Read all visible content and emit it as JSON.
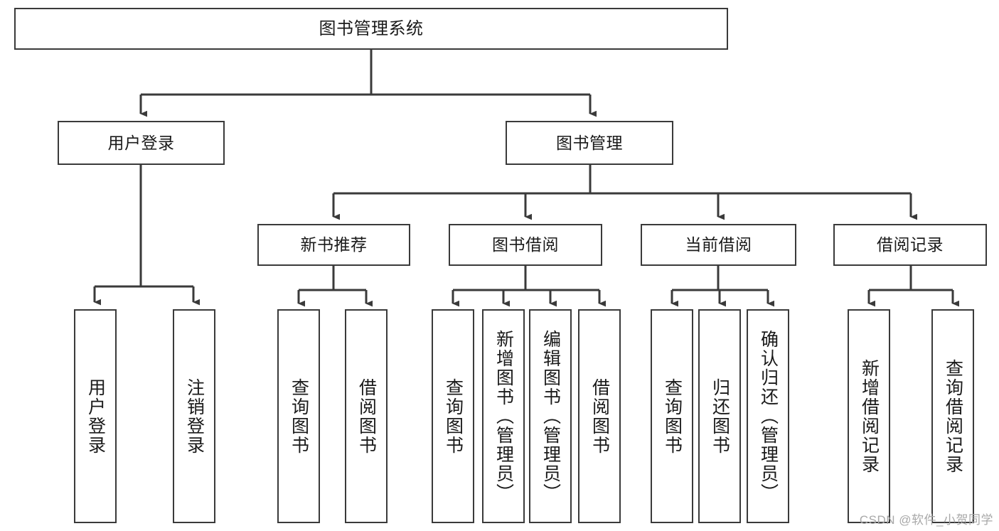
{
  "diagram": {
    "type": "tree-hierarchy",
    "title": "图书管理系统",
    "root": {
      "label": "图书管理系统"
    },
    "level2": [
      {
        "label": "用户登录"
      },
      {
        "label": "图书管理"
      }
    ],
    "level3": [
      {
        "label": "新书推荐"
      },
      {
        "label": "图书借阅"
      },
      {
        "label": "当前借阅"
      },
      {
        "label": "借阅记录"
      }
    ],
    "leaves": {
      "user_login": [
        {
          "label": "用户登录"
        },
        {
          "label": "注销登录"
        }
      ],
      "new_book_recommend": [
        {
          "label": "查询图书"
        },
        {
          "label": "借阅图书"
        }
      ],
      "book_borrow": [
        {
          "label": "查询图书"
        },
        {
          "label": "新增图书（管理员）"
        },
        {
          "label": "编辑图书（管理员）"
        },
        {
          "label": "借阅图书"
        }
      ],
      "current_borrow": [
        {
          "label": "查询图书"
        },
        {
          "label": "归还图书"
        },
        {
          "label": "确认归还（管理员）"
        }
      ],
      "borrow_record": [
        {
          "label": "新增借阅记录"
        },
        {
          "label": "查询借阅记录"
        }
      ]
    },
    "watermark": "CSDN @软件_小贺同学",
    "colors": {
      "stroke": "#3a3a3a",
      "fill": "#ffffff",
      "text": "#1a1a1a",
      "watermark": "#a8a8a8"
    }
  }
}
